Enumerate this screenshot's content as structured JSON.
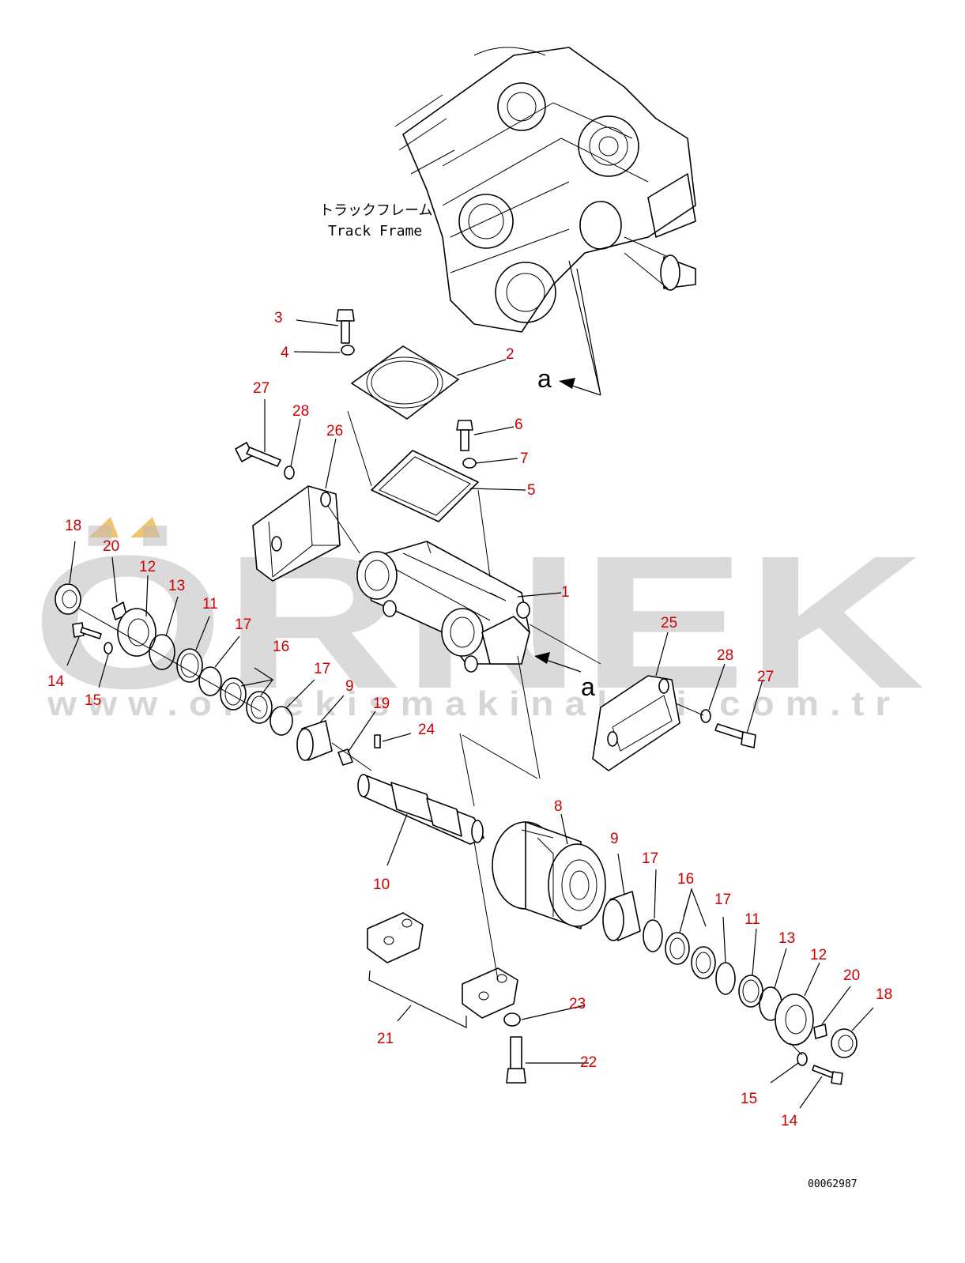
{
  "frame_label": {
    "jp": "トラックフレーム",
    "en": "Track Frame"
  },
  "view_marker": "a",
  "drawing_number": "00062987",
  "watermark": {
    "brand": "ÖRNEK",
    "url": "www.ornekismakinalari.com.tr"
  },
  "colors": {
    "callout": "#cc0000",
    "line": "#000000",
    "watermark": "#bcbcbc",
    "accent": "#f2c46d"
  },
  "callouts": {
    "c1": "1",
    "c2": "2",
    "c3": "3",
    "c4": "4",
    "c5": "5",
    "c6": "6",
    "c7": "7",
    "c8": "8",
    "c9a": "9",
    "c9b": "9",
    "c10": "10",
    "c11a": "11",
    "c11b": "11",
    "c12a": "12",
    "c12b": "12",
    "c13a": "13",
    "c13b": "13",
    "c14a": "14",
    "c14b": "14",
    "c15a": "15",
    "c15b": "15",
    "c16a": "16",
    "c16b": "16",
    "c17a": "17",
    "c17b": "17",
    "c17c": "17",
    "c17d": "17",
    "c18a": "18",
    "c18b": "18",
    "c19": "19",
    "c20a": "20",
    "c20b": "20",
    "c21": "21",
    "c22": "22",
    "c23": "23",
    "c24": "24",
    "c25": "25",
    "c26": "26",
    "c27a": "27",
    "c27b": "27",
    "c28a": "28",
    "c28b": "28"
  }
}
